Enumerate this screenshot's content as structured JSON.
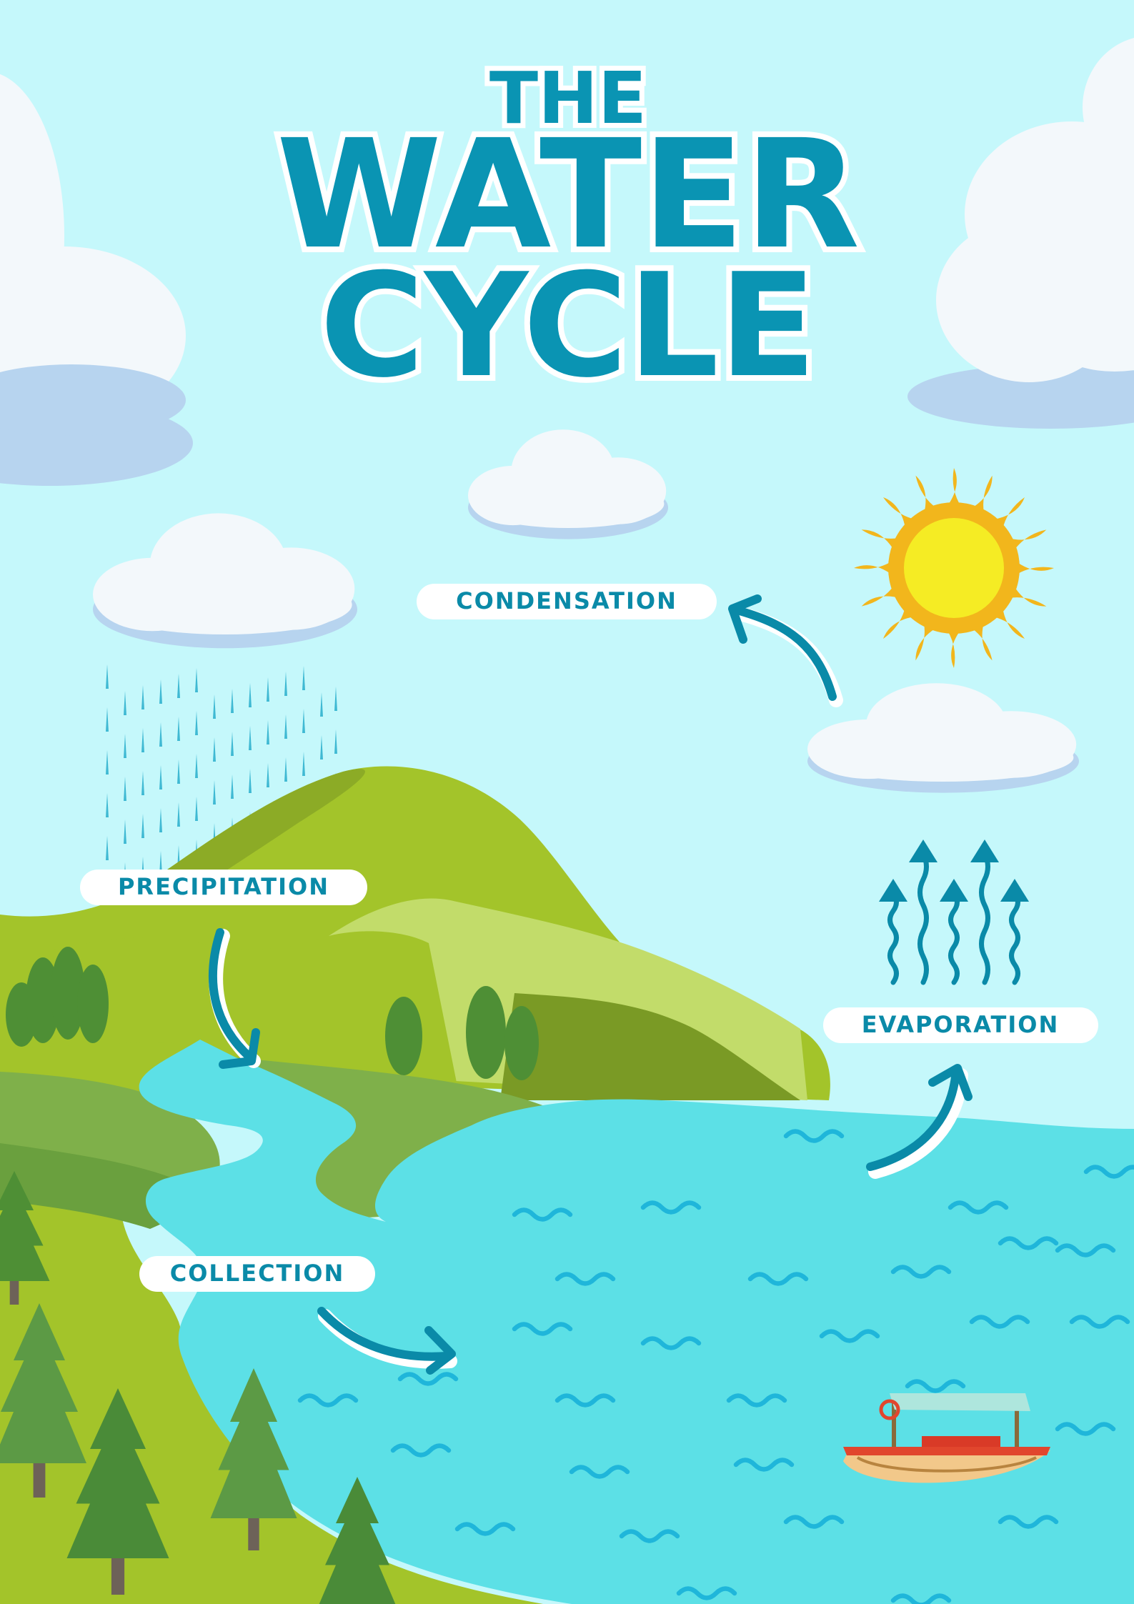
{
  "title": {
    "line1": "THE",
    "line2": "WATER",
    "line3": "CYCLE"
  },
  "stages": {
    "condensation": "CONDENSATION",
    "precipitation": "PRECIPITATION",
    "evaporation": "EVAPORATION",
    "collection": "COLLECTION"
  },
  "colors": {
    "sky": "#c5f8fb",
    "title": "#0a94b3",
    "label_text": "#0a8aa8",
    "arrow": "#0a8aa8",
    "water": "#5ce0e6",
    "hill_light": "#a3c42a",
    "hill_dark": "#7a9a25",
    "tree": "#4e8f35",
    "sun": "#f5ec24",
    "sun_rays": "#f2b61c",
    "cloud": "#f3f8fb",
    "cloud_shadow": "#b7d4ef"
  }
}
